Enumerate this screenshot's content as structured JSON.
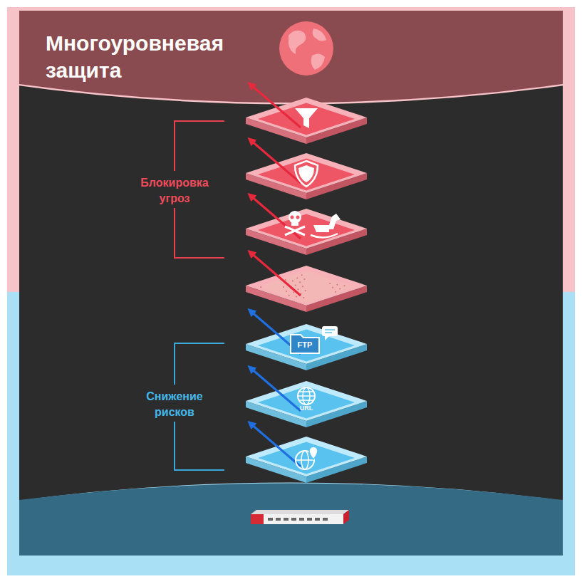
{
  "diagram": {
    "title": "Многоуровневая защита",
    "labels": [
      "Блокировка угроз",
      "Снижение рисков",
      "FTP",
      "URL"
    ]
  }
}
